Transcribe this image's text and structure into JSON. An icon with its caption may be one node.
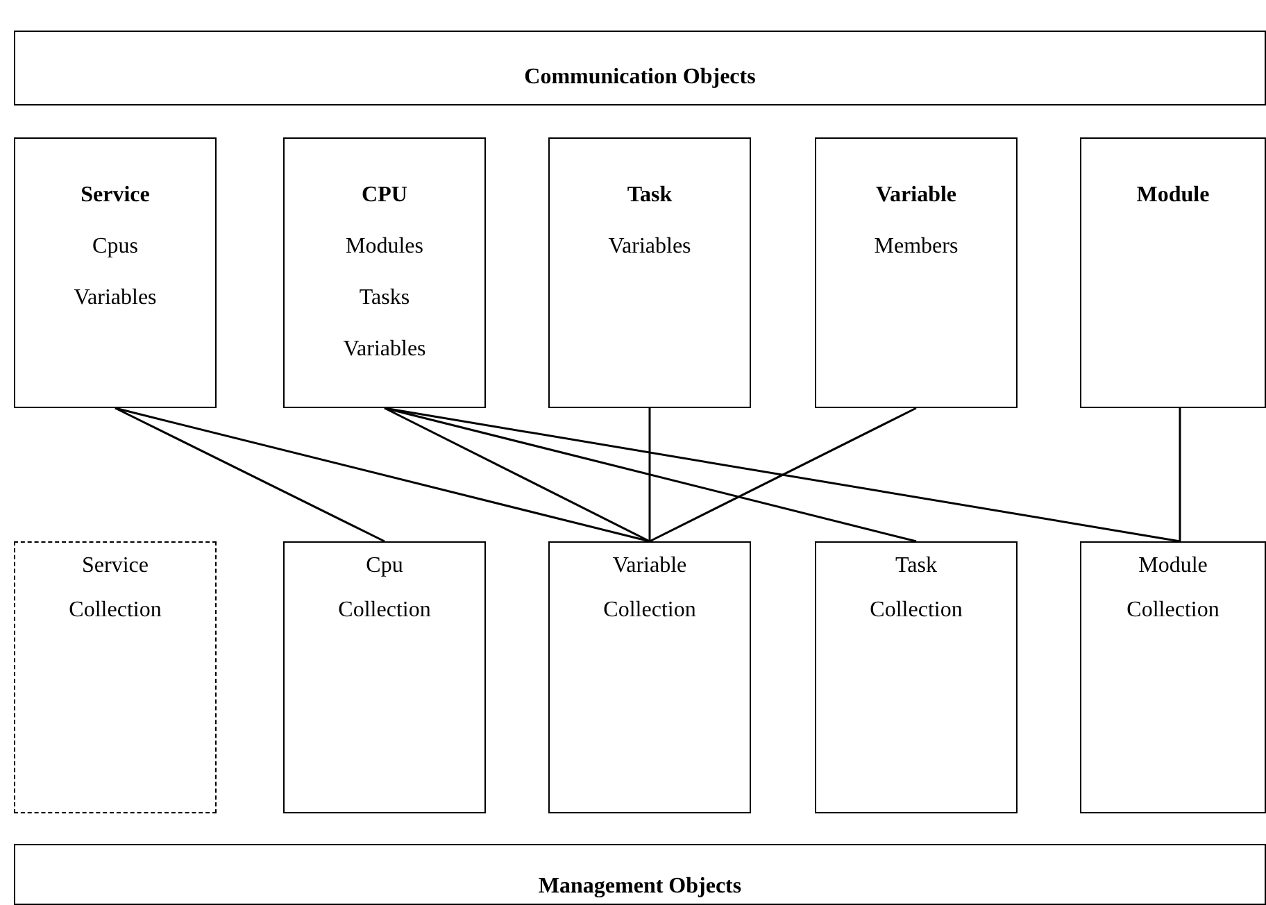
{
  "diagram": {
    "nodes": [
      {
        "text": [
          "Communication Objects"
        ]
      },
      {
        "text": [
          "Service",
          "Cpus",
          "Variables"
        ]
      },
      {
        "text": [
          "CPU",
          "Modules",
          "Tasks",
          "Variables"
        ]
      },
      {
        "text": [
          "Task",
          "Variables"
        ]
      },
      {
        "text": [
          "Variable",
          "Members"
        ]
      },
      {
        "text": [
          "Module"
        ]
      },
      {
        "text": [
          "Service Collection"
        ]
      },
      {
        "text": [
          "Cpu Collection"
        ]
      },
      {
        "text": [
          "Variable Collection"
        ]
      },
      {
        "text": [
          "Task Collection"
        ]
      },
      {
        "text": [
          "Module Collection"
        ]
      },
      {
        "text": [
          "Management Objects"
        ]
      }
    ],
    "edges": [
      {
        "from": 1,
        "to": 7,
        "arrow": "none"
      },
      {
        "from": 1,
        "to": 8,
        "arrow": "none"
      },
      {
        "from": 2,
        "to": 8,
        "arrow": "none"
      },
      {
        "from": 2,
        "to": 9,
        "arrow": "none"
      },
      {
        "from": 2,
        "to": 10,
        "arrow": "none"
      },
      {
        "from": 3,
        "to": 8,
        "arrow": "none"
      },
      {
        "from": 4,
        "to": 8,
        "arrow": "none"
      },
      {
        "from": 5,
        "to": 10,
        "arrow": "none"
      }
    ]
  }
}
